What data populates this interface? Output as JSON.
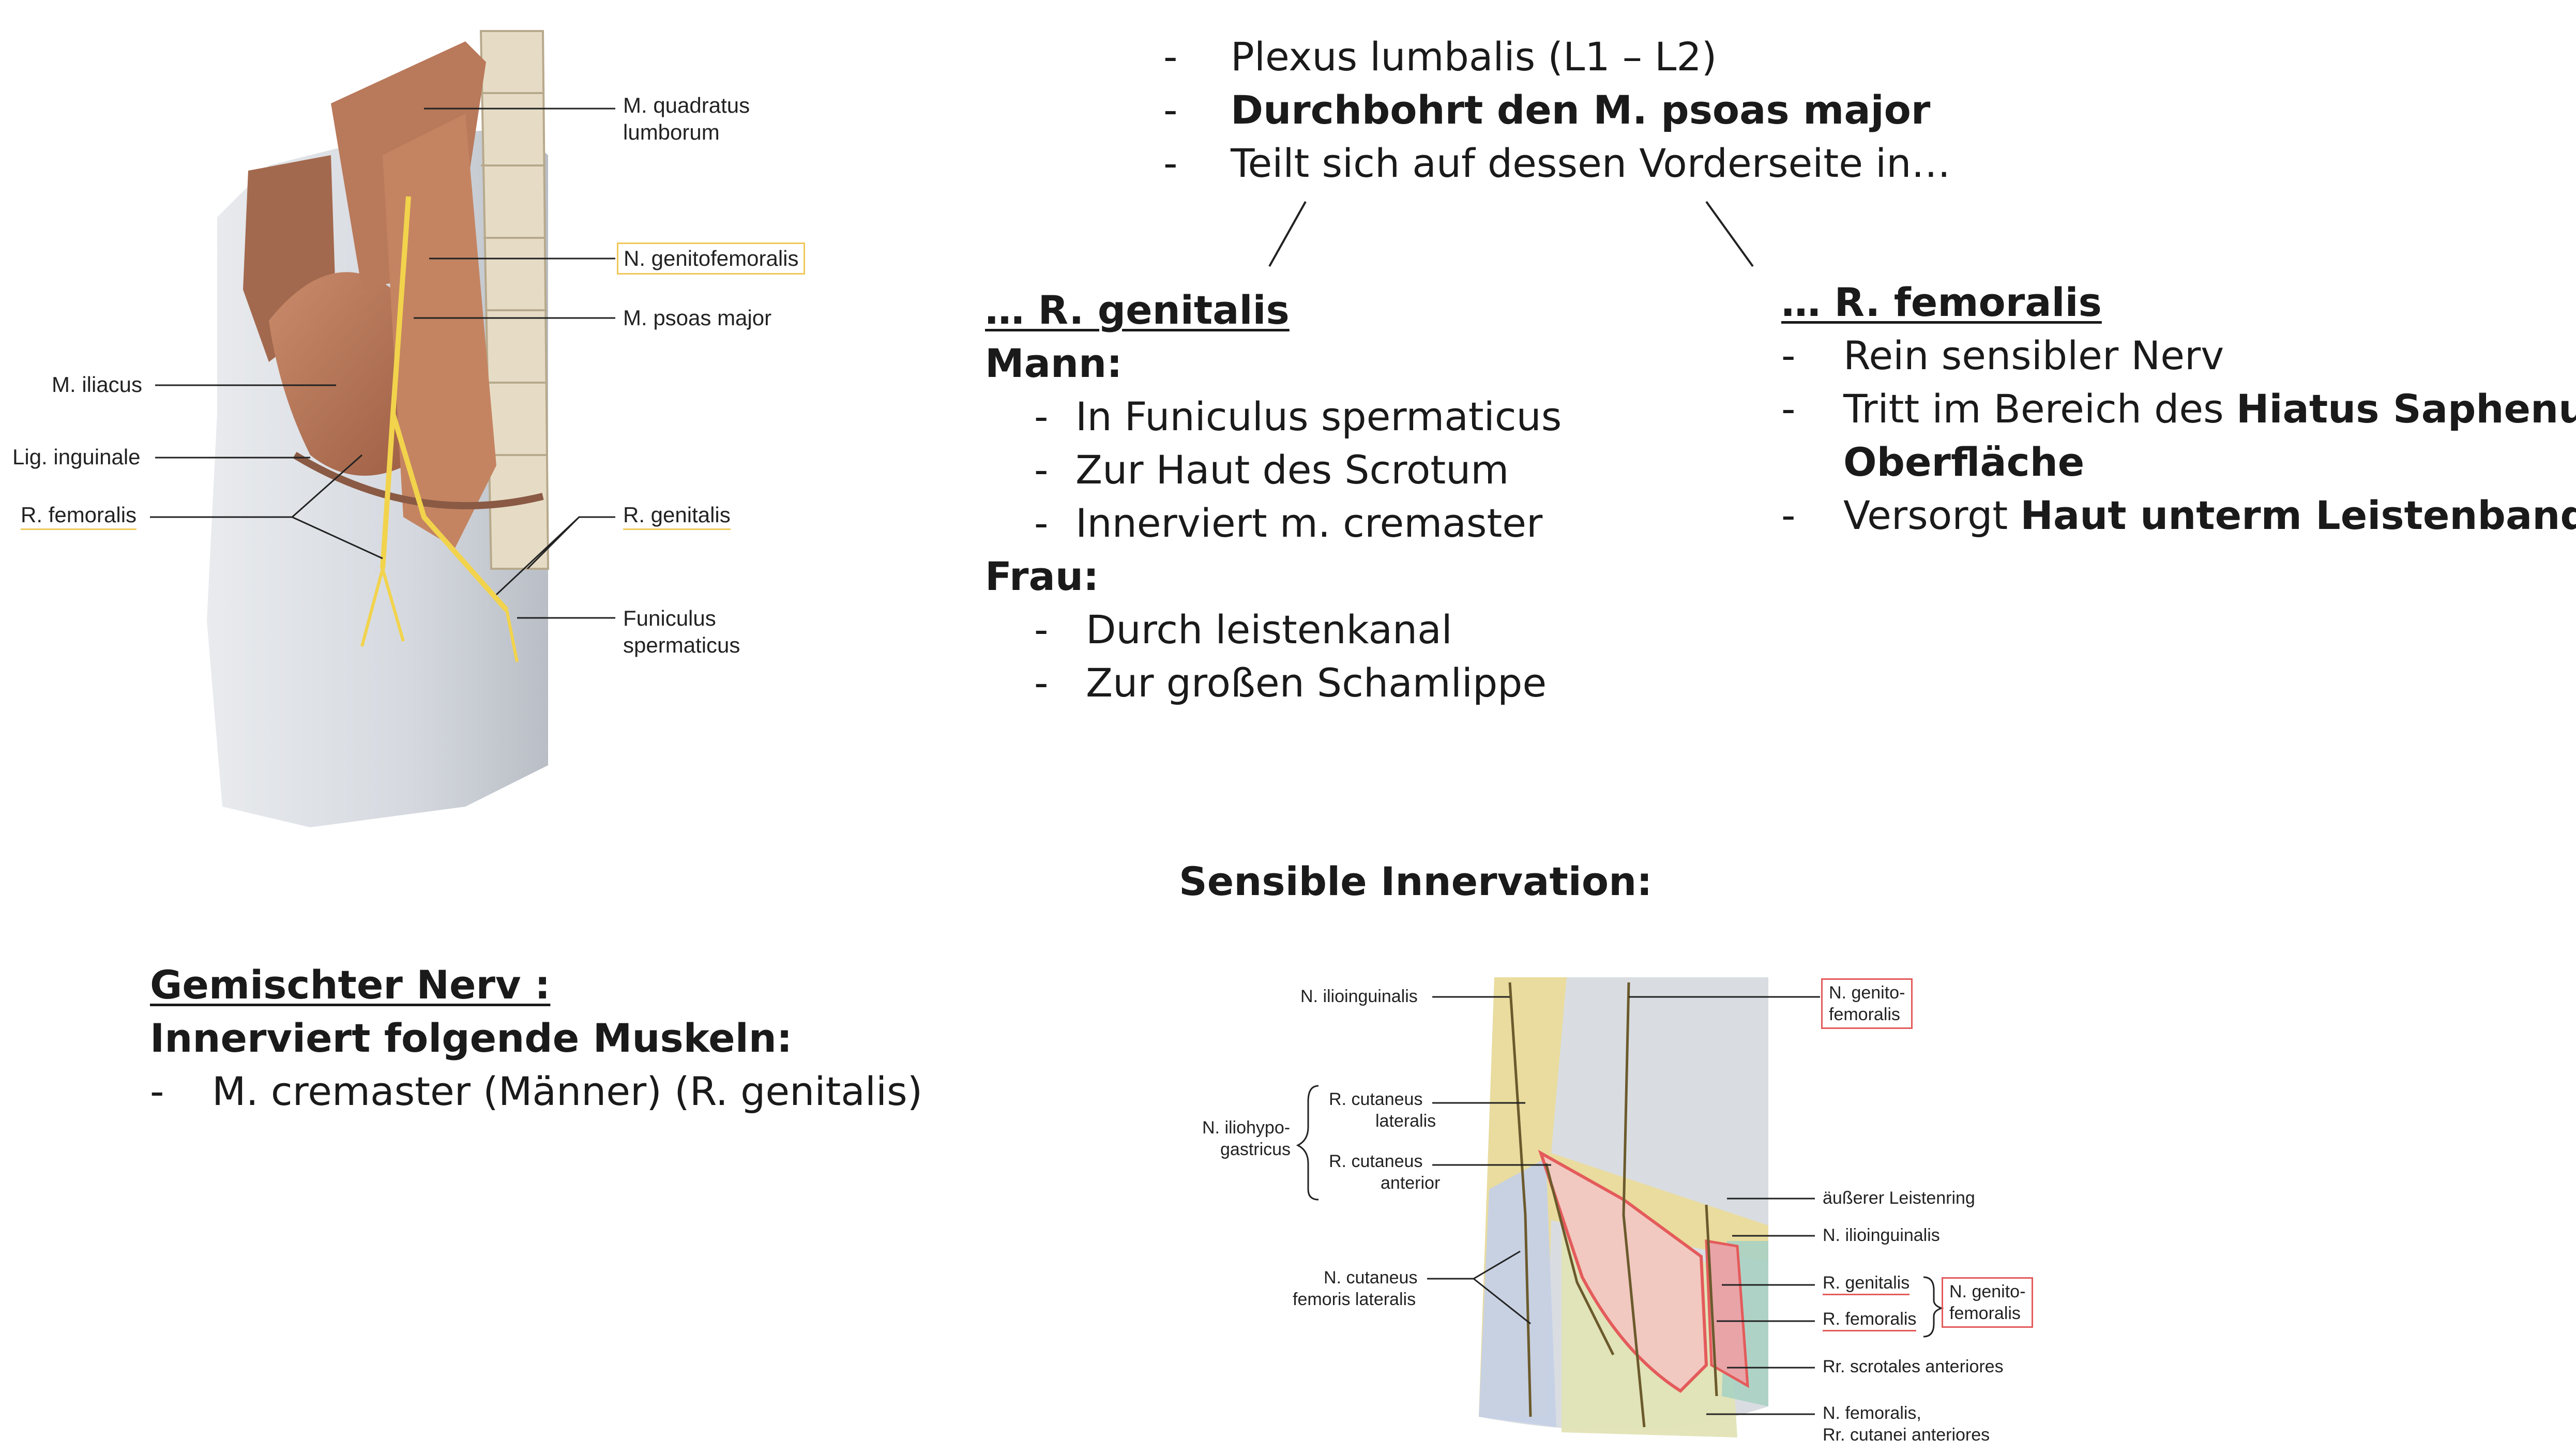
{
  "figure_top": {
    "labels": {
      "quadratus_1": "M. quadratus",
      "quadratus_2": "lumborum",
      "genitofemoralis": "N. genitofemoralis",
      "psoas": "M. psoas major",
      "iliacus": "M. iliacus",
      "lig_inguinale": "Lig. inguinale",
      "r_femoralis": "R. femoralis",
      "r_genitalis": "R. genitalis",
      "funiculus_1": "Funiculus",
      "funiculus_2": "spermaticus"
    }
  },
  "top_list": {
    "dash": "-",
    "items": [
      "Plexus lumbalis (L1 – L2)",
      "Durchbohrt den M. psoas major",
      "Teilt sich auf dessen Vorderseite in…"
    ]
  },
  "genitalis_section": {
    "heading": "… R. genitalis",
    "mann": "Mann:",
    "mann_items": [
      "In Funiculus spermaticus",
      "Zur Haut des Scrotum",
      "Innerviert m. cremaster"
    ],
    "frau": "Frau:",
    "frau_items": [
      "Durch leistenkanal",
      "Zur großen Schamlippe"
    ]
  },
  "femoralis_section": {
    "heading": "… R. femoralis",
    "item1": "Rein sensibler Nerv",
    "item2_pre": "Tritt im Bereich des ",
    "item2_bold": "Hiatus Saphenus an",
    "item2_line2": "Oberfläche",
    "item3_pre": "Versorgt ",
    "item3_bold": "Haut unterm Leistenband"
  },
  "sensible_title": "Sensible Innervation:",
  "mixed_section": {
    "heading": "Gemischter Nerv :",
    "subheading": "Innerviert folgende Muskeln:",
    "item": "M. cremaster (Männer) (R. genitalis)"
  },
  "figure_bottom": {
    "labels": {
      "ilioinguinalis_top": "N. ilioinguinalis",
      "genito_top_1": "N. genito-",
      "genito_top_2": "femoralis",
      "cut_lat_1": "R. cutaneus",
      "cut_lat_2": "lateralis",
      "iliohypo_1": "N. iliohypo-",
      "iliohypo_2": "gastricus",
      "cut_ant_1": "R. cutaneus",
      "cut_ant_2": "anterior",
      "leistenring": "äußerer Leistenring",
      "ilioinguinalis_r": "N. ilioinguinalis",
      "r_genitalis": "R. genitalis",
      "r_femoralis": "R. femoralis",
      "genito_r_1": "N. genito-",
      "genito_r_2": "femoralis",
      "cut_fem_1": "N. cutaneus",
      "cut_fem_2": "femoris lateralis",
      "scrotales": "Rr. scrotales anteriores",
      "femoralis_1": "N. femoralis,",
      "femoralis_2": "Rr. cutanei anteriores"
    }
  },
  "colors": {
    "nerve_yellow": "#f2d34c",
    "highlight_red": "#e45b5b",
    "highlight_yellow": "#f0c85a",
    "muscle": "#b8795a"
  }
}
